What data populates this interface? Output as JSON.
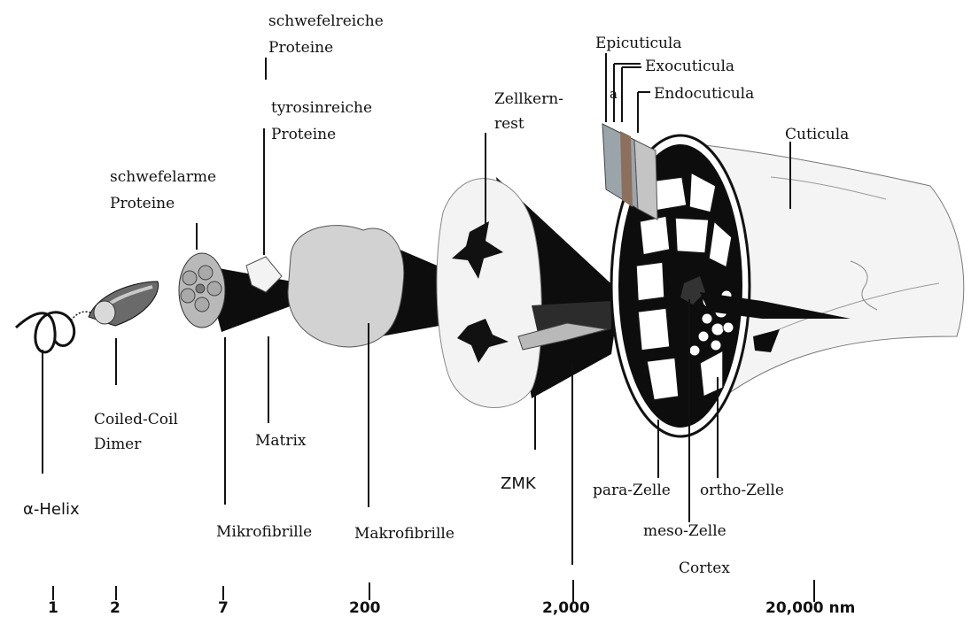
{
  "colors": {
    "ink": "#111111",
    "fill_dark": "#0d0d0d",
    "fill_grey": "#b9b9b9",
    "fill_light": "#f3f3f3",
    "cuticle_brown": "#8c6f5c",
    "cuticle_grey": "#9aa5a9"
  },
  "labels": {
    "alpha_helix": "α-Helix",
    "coiled_coil_1": "Coiled-Coil",
    "coiled_coil_2": "Dimer",
    "schwefelarme_1": "schwefelarme",
    "schwefelarme_2": "Proteine",
    "schwefelreiche_1": "schwefelreiche",
    "schwefelreiche_2": "Proteine",
    "tyrosinreiche_1": "tyrosinreiche",
    "tyrosinreiche_2": "Proteine",
    "matrix": "Matrix",
    "mikrofibrille": "Mikrofibrille",
    "makrofibrille": "Makrofibrille",
    "zellkern_1": "Zellkern-",
    "zellkern_2": "rest",
    "zmk": "ZMK",
    "epicuticula": "Epicuticula",
    "exocuticula": "Exocuticula",
    "a": "a",
    "endocuticula": "Endocuticula",
    "cuticula": "Cuticula",
    "para_zelle": "para-Zelle",
    "ortho_zelle": "ortho-Zelle",
    "meso_zelle": "meso-Zelle",
    "cortex": "Cortex"
  },
  "scale": [
    "1",
    "2",
    "7",
    "200",
    "2,000",
    "20,000 nm"
  ]
}
